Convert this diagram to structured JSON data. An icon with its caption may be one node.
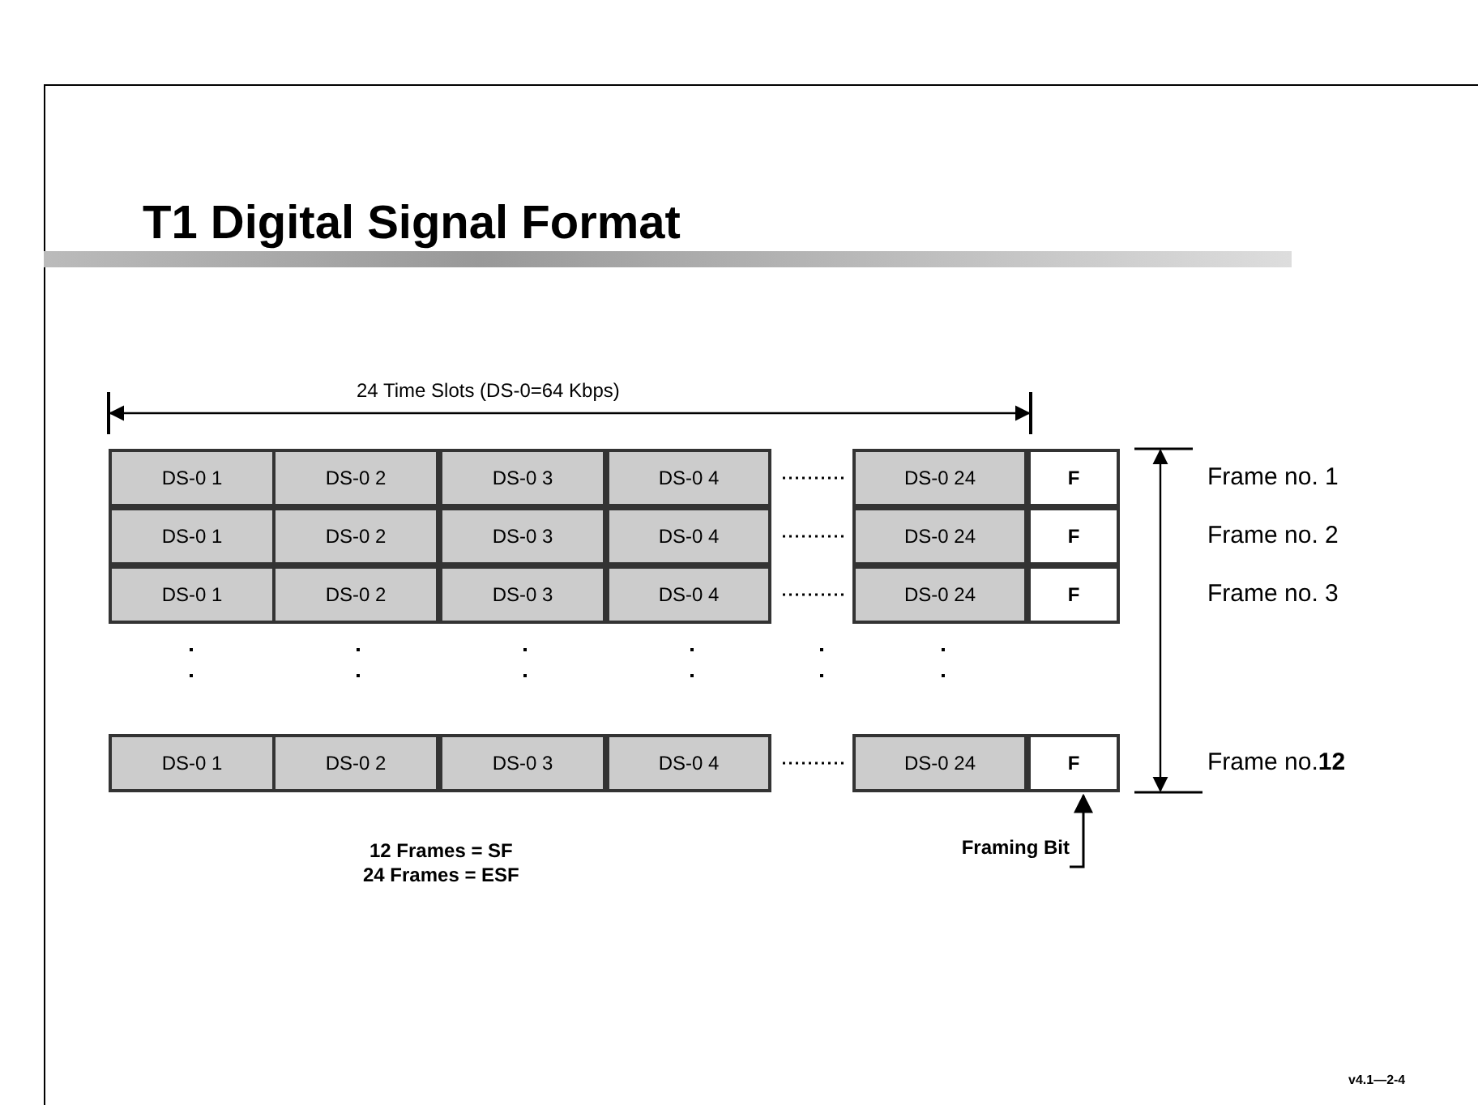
{
  "diagram": {
    "title": "T1 Digital Signal Format",
    "nodes": [
      {
        "text": [
          "DS-0 1"
        ]
      },
      {
        "text": [
          "DS-0 2"
        ]
      },
      {
        "text": [
          "DS-0 3"
        ]
      },
      {
        "text": [
          "DS-0 4"
        ]
      },
      {
        "text": [
          "DS-0 24"
        ]
      },
      {
        "text": [
          "F"
        ]
      },
      {
        "text": [
          "DS-0 1"
        ]
      },
      {
        "text": [
          "DS-0 2"
        ]
      },
      {
        "text": [
          "DS-0 3"
        ]
      },
      {
        "text": [
          "DS-0 4"
        ]
      },
      {
        "text": [
          "DS-0 24"
        ]
      },
      {
        "text": [
          "F"
        ]
      },
      {
        "text": [
          "DS-0 1"
        ]
      },
      {
        "text": [
          "DS-0 2"
        ]
      },
      {
        "text": [
          "DS-0 3"
        ]
      },
      {
        "text": [
          "DS-0 4"
        ]
      },
      {
        "text": [
          "DS-0 24"
        ]
      },
      {
        "text": [
          "F"
        ]
      },
      {
        "text": [
          "DS-0 1"
        ]
      },
      {
        "text": [
          "DS-0 2"
        ]
      },
      {
        "text": [
          "DS-0 3"
        ]
      },
      {
        "text": [
          "DS-0 4"
        ]
      },
      {
        "text": [
          "DS-0 24"
        ]
      },
      {
        "text": [
          "F"
        ]
      },
      {
        "text": [
          "Framing Bit"
        ]
      }
    ],
    "edges": [
      {
        "from": 24,
        "to": 23,
        "arrow": "to"
      }
    ],
    "labels": [
      "24 Time Slots (DS-0=64 Kbps)",
      "Frame no. 1",
      "Frame no. 2",
      "Frame no. 3",
      "Frame no.**12**",
      "12 Frames = SF",
      "24 Frames = ESF",
      "v4.1—2-4"
    ]
  }
}
